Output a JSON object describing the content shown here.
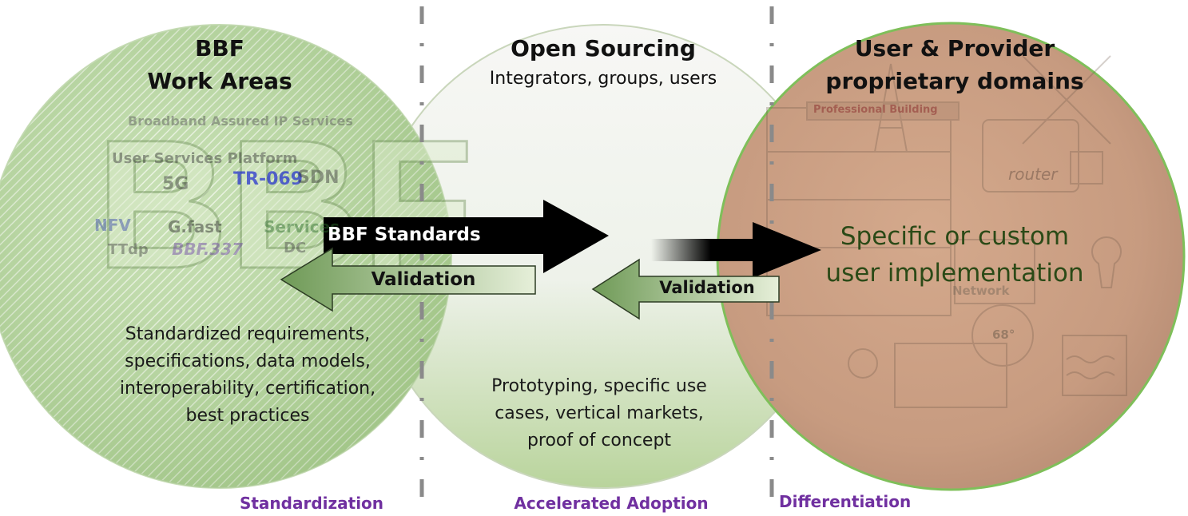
{
  "colors": {
    "left_circle": "#a9cf8e",
    "middle_circle": "#eef3e8",
    "right_circle": "#c8987f",
    "footer_text": "#7030a0",
    "divider": "#8a8a8a"
  },
  "left": {
    "title_line1": "BBF",
    "title_line2": "Work Areas",
    "body_lines": [
      "Standardized requirements,",
      "specifications, data models,",
      "interoperability, certification,",
      "best practices"
    ],
    "collage_snippets": [
      "Broadband Assured IP Services",
      "User Services Platform",
      "5G",
      "TR-069",
      "SDN",
      "NFV",
      "G.fast",
      "Services",
      "TTdp",
      "BBF.337",
      "DC"
    ]
  },
  "middle": {
    "title": "Open Sourcing",
    "subtitle": "Integrators, groups, users",
    "body_lines": [
      "Prototyping, specific use",
      "cases, vertical markets,",
      "proof of concept"
    ]
  },
  "right": {
    "title_line1": "User & Provider",
    "title_line2": "proprietary domains",
    "body_lines": [
      "Specific or custom",
      "user implementation"
    ],
    "collage_snippets": [
      "Professional Building",
      "router",
      "Network",
      "68°"
    ]
  },
  "arrows": {
    "standards_label": "BBF  Standards",
    "validation_left_label": "Validation",
    "validation_right_label": "Validation"
  },
  "footer": {
    "left": "Standardization",
    "middle": "Accelerated Adoption",
    "right": "Differentiation"
  }
}
